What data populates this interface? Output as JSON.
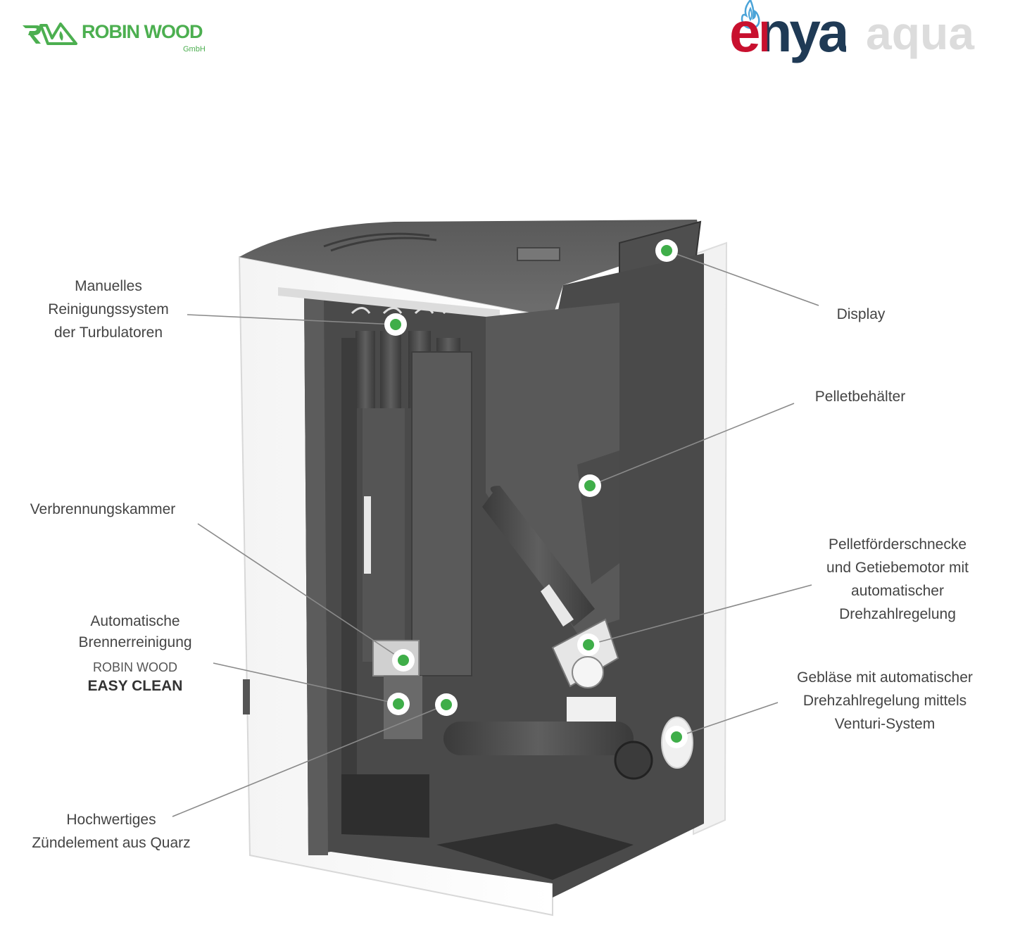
{
  "brand": {
    "name": "ROBIN WOOD",
    "suffix": "GmbH",
    "color": "#4caf50"
  },
  "product": {
    "name": "enya",
    "variant": "aqua",
    "name_color": "#c8102e",
    "variant_color": "#dcdcdc"
  },
  "marker_color": "#3fae49",
  "callouts": {
    "turbulator": {
      "lines": [
        "Manuelles",
        "Reinigungssystem",
        "der Turbulatoren"
      ]
    },
    "display": {
      "lines": [
        "Display"
      ]
    },
    "pellet_tank": {
      "lines": [
        "Pelletbehälter"
      ]
    },
    "combustion": {
      "lines": [
        "Verbrennungskammer"
      ]
    },
    "auger": {
      "lines": [
        "Pelletförderschnecke",
        "und Getiebemotor mit",
        "automatischer",
        "Drehzahlregelung"
      ]
    },
    "burner_clean": {
      "lines": [
        "Automatische",
        "Brennerreinigung"
      ],
      "brand_line": "ROBIN WOOD",
      "brand_strong": "EASY CLEAN"
    },
    "fan": {
      "lines": [
        "Gebläse mit automatischer",
        "Drehzahlregelung mittels",
        "Venturi-System"
      ]
    },
    "igniter": {
      "lines": [
        "Hochwertiges",
        "Zündelement aus Quarz"
      ]
    }
  }
}
